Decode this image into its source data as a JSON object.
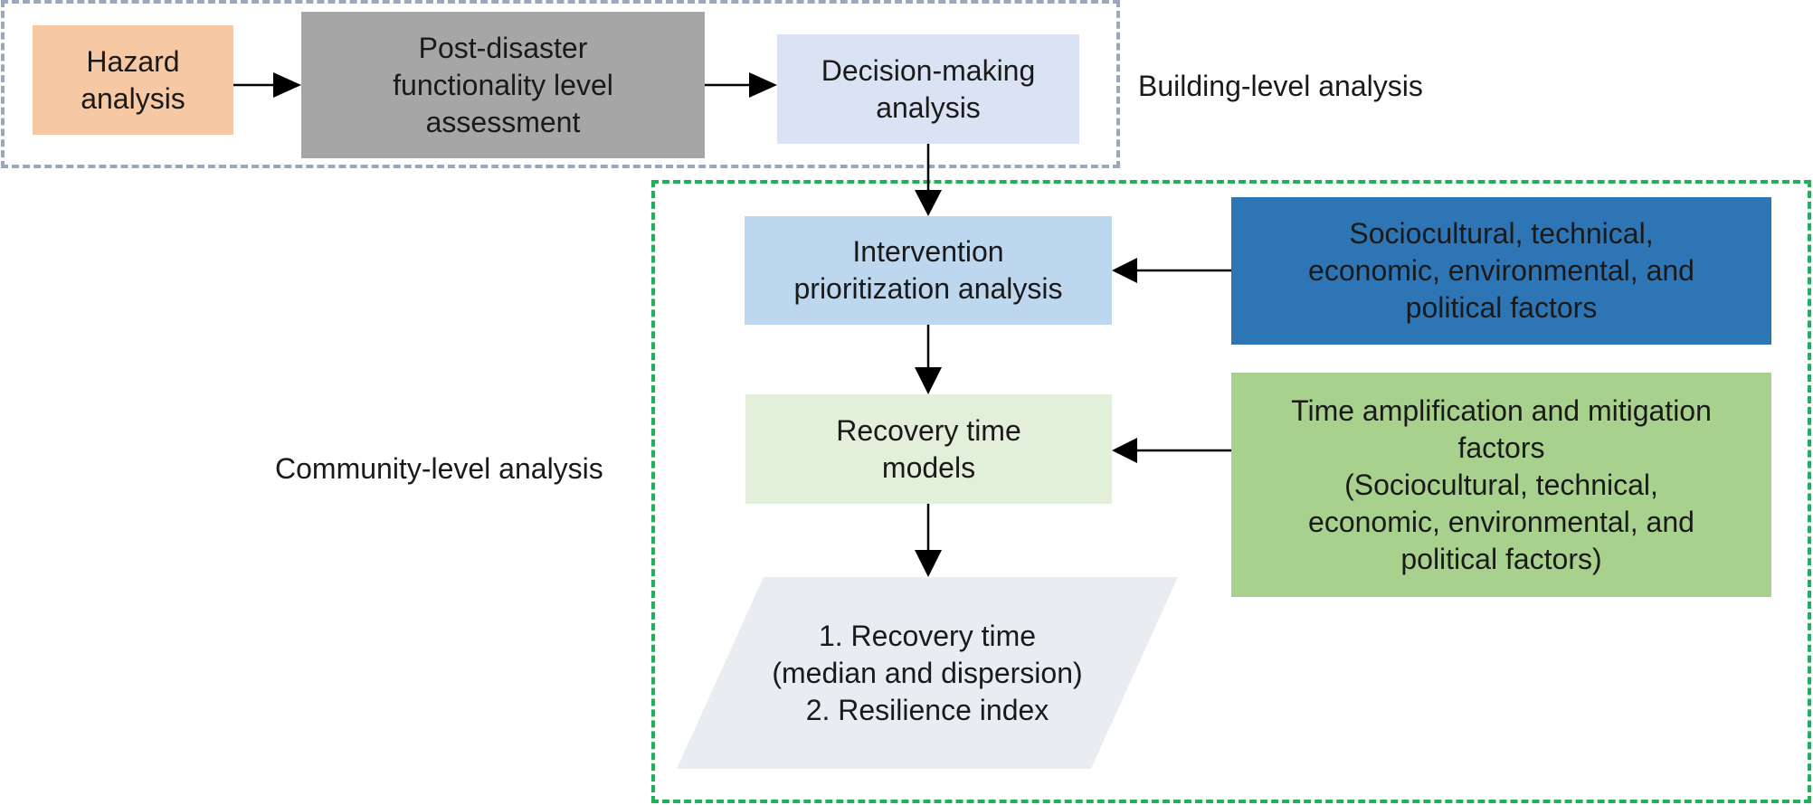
{
  "groups": {
    "building": {
      "label": "Building-level analysis",
      "border_color": "#9aa7bd"
    },
    "community": {
      "label": "Community-level analysis",
      "border_color": "#1fb159"
    }
  },
  "nodes": {
    "hazard": {
      "text": "Hazard\nanalysis",
      "color": "#f7c8a4"
    },
    "post_disaster": {
      "text": "Post-disaster\nfunctionality level\nassessment",
      "color": "#a6a6a6"
    },
    "decision_making": {
      "text": "Decision-making\nanalysis",
      "color": "#dae3f3"
    },
    "intervention": {
      "text": "Intervention\nprioritization analysis",
      "color": "#bdd7ee"
    },
    "recovery_models": {
      "text": "Recovery time\nmodels",
      "color": "#e2efda"
    },
    "factors": {
      "text": "Sociocultural, technical,\neconomic, environmental, and\npolitical factors",
      "color": "#2e75b6"
    },
    "time_factors": {
      "text": "Time amplification and mitigation\nfactors\n(Sociocultural, technical,\neconomic, environmental, and\npolitical factors)",
      "color": "#a9d18e"
    },
    "outputs": {
      "text": "1. Recovery time\n(median and dispersion)\n2.  Resilience index",
      "color": "#e9edf2"
    }
  },
  "edges": [
    {
      "from": "hazard",
      "to": "post_disaster"
    },
    {
      "from": "post_disaster",
      "to": "decision_making"
    },
    {
      "from": "decision_making",
      "to": "intervention"
    },
    {
      "from": "factors",
      "to": "intervention"
    },
    {
      "from": "intervention",
      "to": "recovery_models"
    },
    {
      "from": "time_factors",
      "to": "recovery_models"
    },
    {
      "from": "recovery_models",
      "to": "outputs"
    }
  ]
}
